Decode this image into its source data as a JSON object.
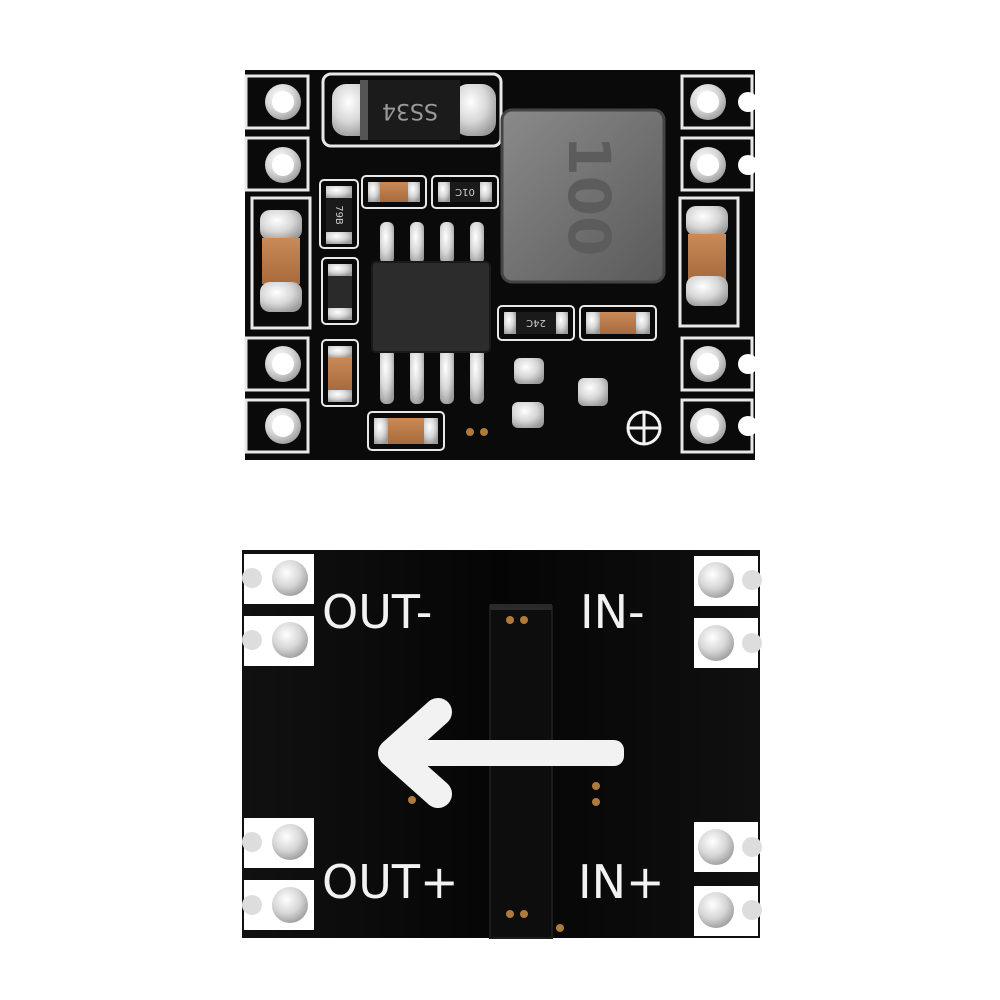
{
  "top_board": {
    "diode_marking": "SS34",
    "inductor_marking": "100",
    "resistor_left_marking": "79B",
    "resistor_top_marking": "01C",
    "resistor_mid_marking": "24C"
  },
  "bottom_board": {
    "labels": {
      "out_minus": "OUT-",
      "in_minus": "IN-",
      "out_plus": "OUT+",
      "in_plus": "IN+"
    },
    "arrow_direction": "left"
  },
  "colors": {
    "pcb": "#0a0a0a",
    "silkscreen": "#f2f2f2",
    "pad": "#c9c9c9",
    "cap": "#b8784a",
    "inductor": "#6f6f6f",
    "ic": "#2c2c2c"
  }
}
